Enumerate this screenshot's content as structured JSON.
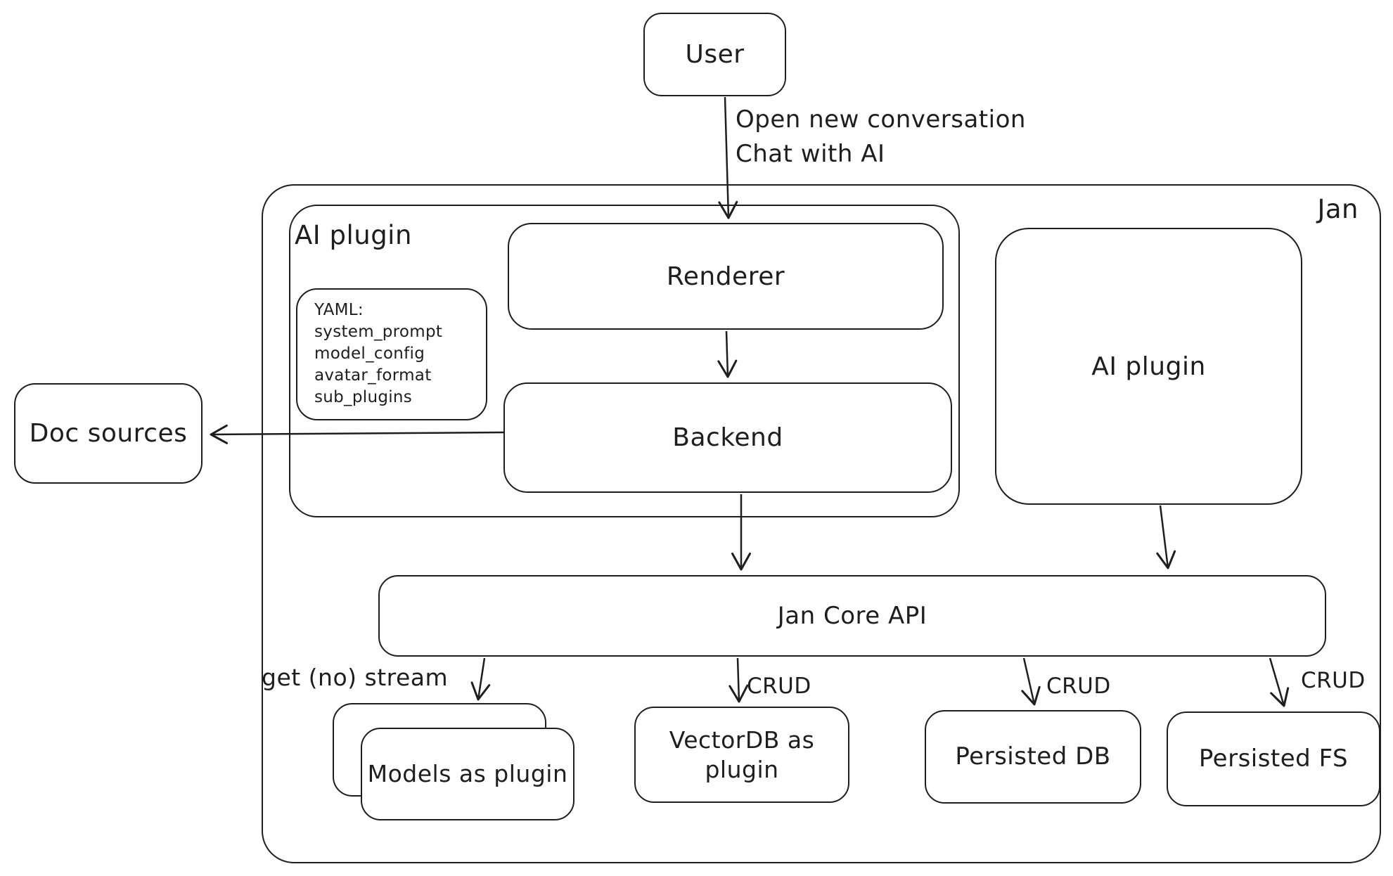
{
  "diagram": {
    "background": "#ffffff",
    "stroke_color": "#1e1e1e"
  },
  "nodes": {
    "user": {
      "label": "User"
    },
    "jan_container": {
      "label": "Jan"
    },
    "ai_plugin_group": {
      "label": "AI plugin"
    },
    "yaml_note": {
      "lines": [
        "YAML:",
        "system_prompt",
        "model_config",
        "avatar_format",
        "sub_plugins"
      ]
    },
    "renderer": {
      "label": "Renderer"
    },
    "backend": {
      "label": "Backend"
    },
    "ai_plugin": {
      "label": "AI plugin"
    },
    "doc_sources": {
      "label": "Doc sources"
    },
    "jan_core_api": {
      "label": "Jan Core API"
    },
    "models_plugin": {
      "label": "Models as plugin"
    },
    "vectordb_plugin": {
      "label": "VectorDB as plugin"
    },
    "persisted_db": {
      "label": "Persisted DB"
    },
    "persisted_fs": {
      "label": "Persisted FS"
    }
  },
  "edge_labels": {
    "user_to_renderer_line1": "Open new conversation",
    "user_to_renderer_line2": "Chat with AI",
    "get_no_stream": "get (no) stream",
    "crud_vectordb": "CRUD",
    "crud_persisted_db": "CRUD",
    "crud_persisted_fs": "CRUD"
  }
}
